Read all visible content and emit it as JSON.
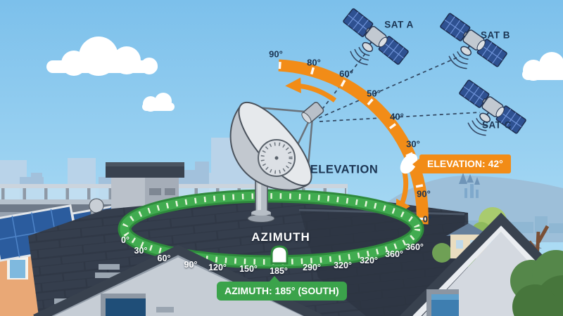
{
  "scene": {
    "subject": "satellite-dish-azimuth-elevation-infographic"
  },
  "satellites": [
    {
      "label": "SAT A"
    },
    {
      "label": "SAT B"
    },
    {
      "label": "SAT C"
    }
  ],
  "elevation": {
    "caption": "ELEVATION",
    "badge_label": "ELEVATION: 42°",
    "value_deg": 42,
    "scale": [
      "90°",
      "80°",
      "60°",
      "50°",
      "40°",
      "30°",
      "90°",
      "0°"
    ]
  },
  "azimuth": {
    "caption": "AZIMUTH",
    "badge_label": "AZIMUTH: 185° (SOUTH)",
    "value_deg": 185,
    "direction": "SOUTH",
    "scale": [
      "0°",
      "30°",
      "60°",
      "90°",
      "120°",
      "150°",
      "185°",
      "290°",
      "320°",
      "320°",
      "360°",
      "360°"
    ]
  },
  "colors": {
    "orange": "#F28C17",
    "green": "#3BA34B",
    "sky": "#85C6EE",
    "navy_text": "#1C3553",
    "roof": "#353E4D"
  }
}
